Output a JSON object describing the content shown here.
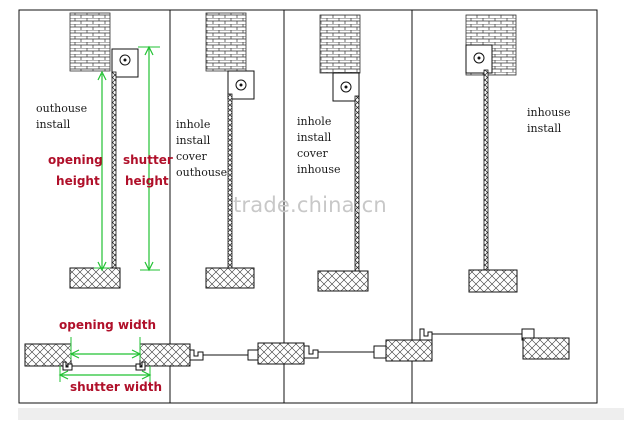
{
  "panels": [
    {
      "label_lines": [
        "outhouse",
        "install"
      ]
    },
    {
      "label_lines": [
        "inhole",
        "install",
        "cover",
        "outhouse"
      ]
    },
    {
      "label_lines": [
        "inhole",
        "install",
        "cover",
        "inhouse"
      ]
    },
    {
      "label_lines": [
        "inhouse",
        "install"
      ]
    }
  ],
  "dimensions": {
    "opening_height": [
      "opening",
      "height"
    ],
    "shutter_height": [
      "shutter",
      "height"
    ],
    "opening_width": "opening width",
    "shutter_width": "shutter width"
  },
  "watermark": "trade.china.cn",
  "colors": {
    "dimension_line": "#22c233",
    "dimension_text": "#b0102a",
    "ink": "#1a1a1a"
  }
}
